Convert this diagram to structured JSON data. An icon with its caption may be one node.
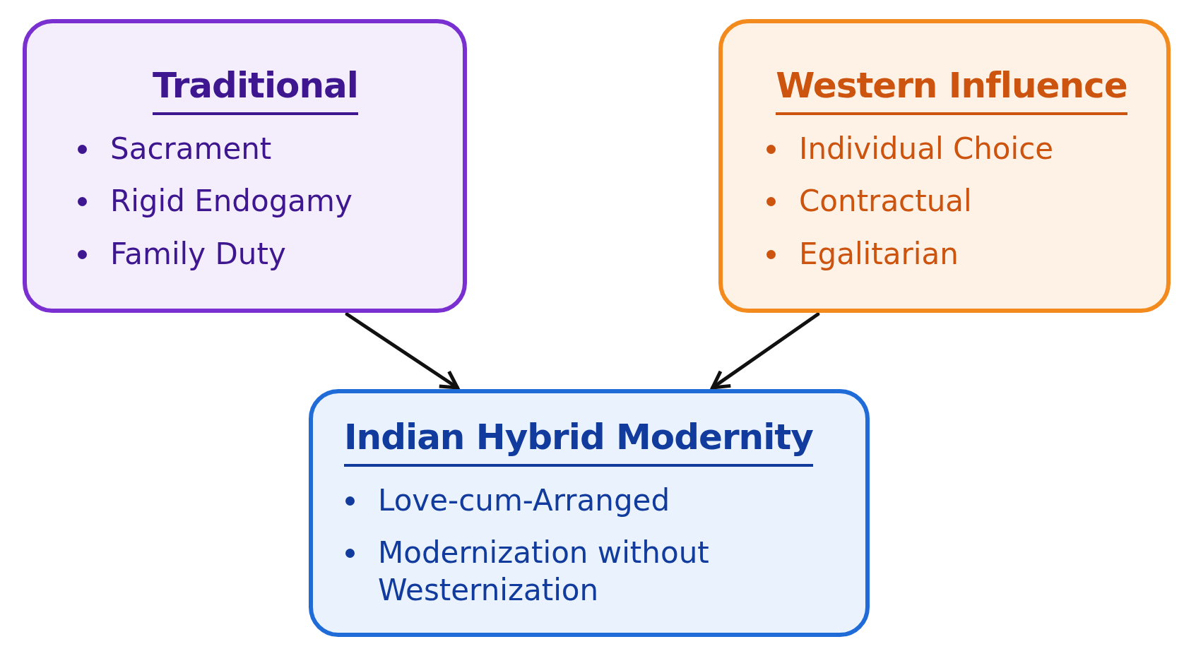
{
  "diagram": {
    "nodes": [
      {
        "text": [
          "Traditional",
          "Sacrament",
          "Rigid Endogamy",
          "Family Duty"
        ]
      },
      {
        "text": [
          "Western Influence",
          "Individual Choice",
          "Contractual",
          "Egalitarian"
        ]
      },
      {
        "text": [
          "Indian Hybrid Modernity",
          "Love-cum-Arranged",
          "Modernization without Westernization"
        ]
      }
    ],
    "edges": [
      {
        "from": 0,
        "to": 2,
        "arrow": "to"
      },
      {
        "from": 1,
        "to": 2,
        "arrow": "to"
      }
    ]
  }
}
